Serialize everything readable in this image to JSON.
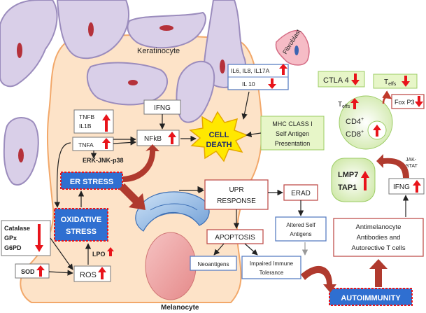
{
  "labels": {
    "keratinocyte": "Keratinocyte",
    "fibroblast": "Fibroblast",
    "melanocyte": "Melanocyte",
    "cytokines_line1": "IL6, IL8, IL17A",
    "cytokines_line2": "IL 10",
    "ifng_top": "IFNG",
    "tnfb": "TNFB",
    "il1b": "IL1B",
    "tnfa": "TNFA",
    "nfkb": "NFkB",
    "erk": "ERK-JNK-p38",
    "er_stress": "ER STRESS",
    "oxidative_line1": "OXIDATIVE",
    "oxidative_line2": "STRESS",
    "catalase": "Catalase",
    "gpx": "GPx",
    "g6pd": "G6PD",
    "sod": "SOD",
    "ros": "ROS",
    "lpo": "LPO",
    "cell_death_line1": "CELL",
    "cell_death_line2": "DEATH",
    "upr_line1": "UPR",
    "upr_line2": "RESPONSE",
    "erad": "ERAD",
    "apoptosis": "APOPTOSIS",
    "altered_line1": "Altered Self",
    "altered_line2": "Antigens",
    "neoantigens": "Neoantigens",
    "impaired_line1": "Impaired Immune",
    "impaired_line2": "Tolerance",
    "mhc_line1": "MHC CLASS I",
    "mhc_line2": "Self Antigen",
    "mhc_line3": "Presentation",
    "ctla4": "CTLA 4",
    "teffs_main": "T",
    "teffs_sub": "effs",
    "cd4": "CD4",
    "cd4_sup": "+",
    "cd8": "CD8",
    "cd8_sup": "+",
    "teffs_top_main": "T",
    "teffs_top_sub": "effs",
    "foxp3": "Fox P3",
    "jak_line1": "JAK-",
    "jak_line2": "STAT",
    "lmp7": "LMP7",
    "tap1": "TAP1",
    "ifng_right": "IFNG",
    "anti_line1": "Antimelanocyte",
    "anti_line2": "Antibodies and",
    "anti_line3": "Autorective T cells",
    "autoimmunity": "AUTOIMMUNITY"
  },
  "colors": {
    "up_arrow": "#e8141b",
    "down_arrow": "#e8141b",
    "keratinocyte_fill": "#d9cfe8",
    "keratinocyte_border": "#9b8cbd",
    "melanocyte_fill": "#fde3c8",
    "melanocyte_border": "#f2a86a",
    "stress_box_fill": "#2f6fd1",
    "stress_box_border": "#e8141b",
    "cell_death_fill": "#ffe800",
    "green_box_fill": "#e7f6c8",
    "green_box_border": "#9ccc65",
    "dark_red_arrow": "#b03a2e",
    "blue_box_border": "#5b7fc4",
    "red_box_border": "#c0504d"
  }
}
